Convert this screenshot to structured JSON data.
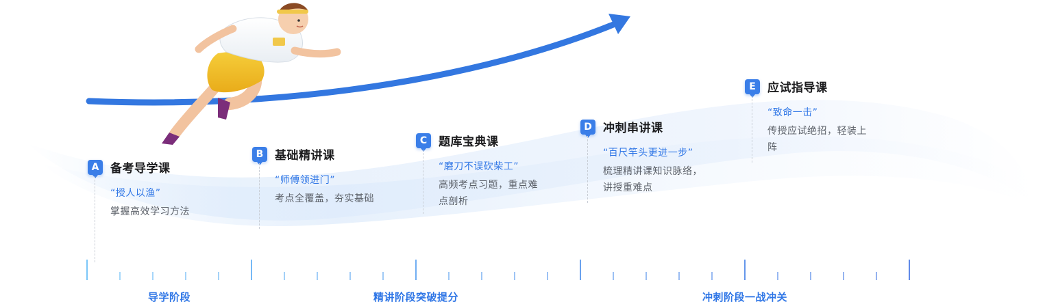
{
  "steps": [
    {
      "letter": "A",
      "title": "备考导学课",
      "quote": "“授人以渔”",
      "desc": "掌握高效学习方法"
    },
    {
      "letter": "B",
      "title": "基础精讲课",
      "quote": "“师傅领进门”",
      "desc": "考点全覆盖，夯实基础"
    },
    {
      "letter": "C",
      "title": "题库宝典课",
      "quote": "“磨刀不误砍柴工”",
      "desc": "高频考点习题，重点难点剖析"
    },
    {
      "letter": "D",
      "title": "冲刺串讲课",
      "quote": "“百尺竿头更进一步”",
      "desc": "梳理精讲课知识脉络，讲授重难点"
    },
    {
      "letter": "E",
      "title": "应试指导课",
      "quote": "“致命一击”",
      "desc": "传授应试绝招，轻装上阵"
    }
  ],
  "phases": [
    {
      "label": "导学阶段"
    },
    {
      "label": "精讲阶段突破提分"
    },
    {
      "label": "冲刺阶段一战冲关"
    }
  ],
  "colors": {
    "accent": "#3a7ee8",
    "arrow": "#3377e0",
    "quote": "#2f76e6",
    "timeline_start": "#4fb3f6",
    "timeline_end": "#2a63e0"
  },
  "illustration": "runner-figure"
}
